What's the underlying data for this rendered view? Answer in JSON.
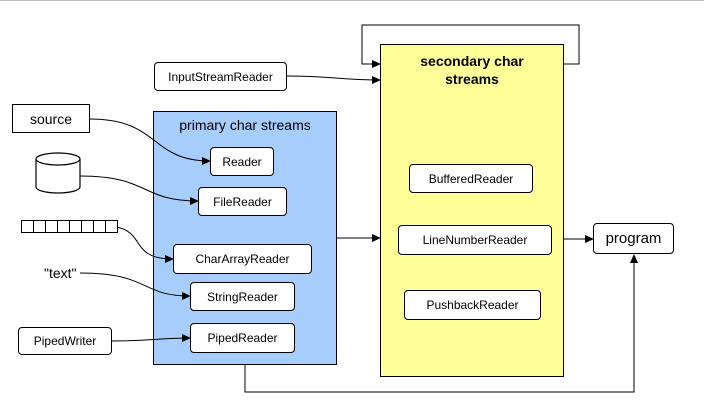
{
  "groups": {
    "primary_title": "primary char streams",
    "secondary_title": "secondary char\nstreams"
  },
  "sources": {
    "input_stream_reader": "InputStreamReader",
    "source": "source",
    "text": "\"text\"",
    "piped_writer": "PipedWriter"
  },
  "primary_streams": {
    "reader": "Reader",
    "file_reader": "FileReader",
    "char_array_reader": "CharArrayReader",
    "string_reader": "StringReader",
    "piped_reader": "PipedReader"
  },
  "secondary_streams": {
    "buffered_reader": "BufferedReader",
    "line_number_reader": "LineNumberReader",
    "pushback_reader": "PushbackReader"
  },
  "sink": {
    "program": "program"
  },
  "icons": {
    "database": "database-cylinder-icon",
    "char_array": "char-array-icon"
  }
}
